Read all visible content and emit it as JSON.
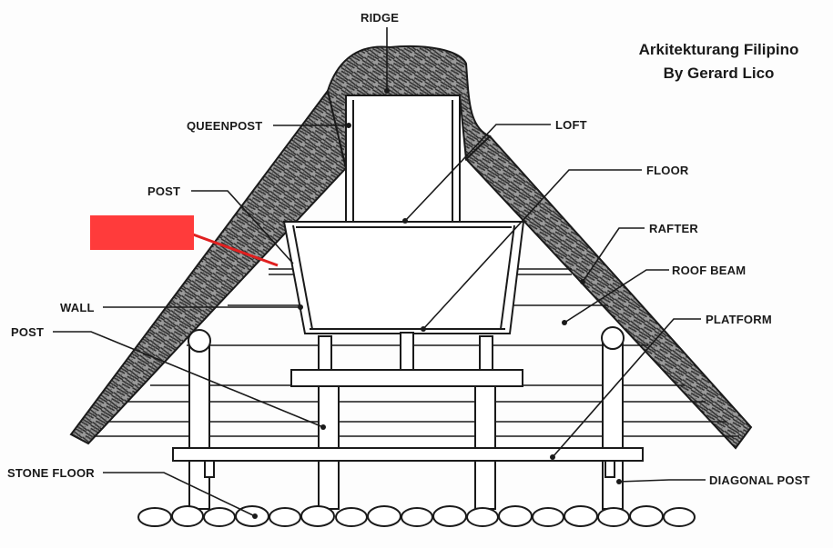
{
  "credit": {
    "line1": "Arkitekturang Filipino",
    "line2": "By Gerard Lico"
  },
  "labels": {
    "ridge": "RIDGE",
    "queenpost": "QUEENPOST",
    "loft": "LOFT",
    "post_upper": "POST",
    "floor": "FLOOR",
    "rafter": "RAFTER",
    "roof_beam": "ROOF BEAM",
    "wall": "WALL",
    "platform": "PLATFORM",
    "post_lower": "POST",
    "stone_floor": "STONE FLOOR",
    "diagonal_post": "DIAGONAL POST"
  },
  "colors": {
    "ink": "#1a1a1a",
    "thatch": "#3a3a3a",
    "redaction": "#ff3b3b",
    "pointer": "#e02020"
  }
}
